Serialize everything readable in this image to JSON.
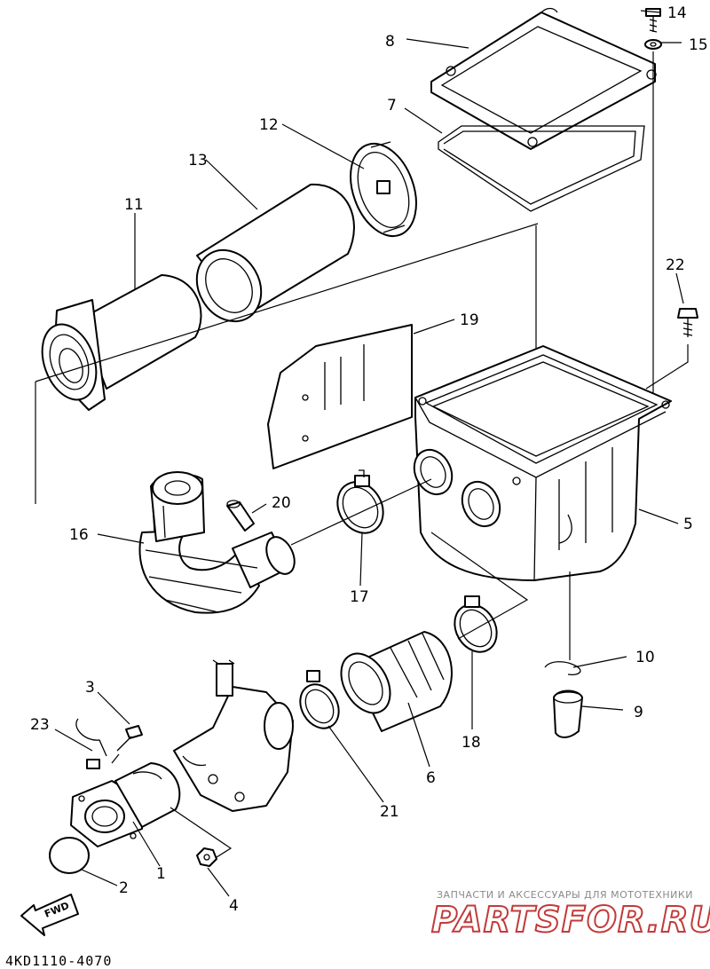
{
  "diagram": {
    "callouts": {
      "n1": "1",
      "n2": "2",
      "n3": "3",
      "n4": "4",
      "n5": "5",
      "n6": "6",
      "n7": "7",
      "n8": "8",
      "n9": "9",
      "n10": "10",
      "n11": "11",
      "n12": "12",
      "n13": "13",
      "n14": "14",
      "n15": "15",
      "n16": "16",
      "n17": "17",
      "n18": "18",
      "n19": "19",
      "n20": "20",
      "n21": "21",
      "n22": "22",
      "n23": "23"
    },
    "arrow_label": "FWD",
    "code": "4KD1110-4070"
  },
  "watermark": {
    "tagline": "ЗАПЧАСТИ И АКСЕССУАРЫ ДЛЯ МОТОТЕХНИКИ",
    "brand": "PARTSFOR.RU",
    "color": "#c23a3a"
  }
}
